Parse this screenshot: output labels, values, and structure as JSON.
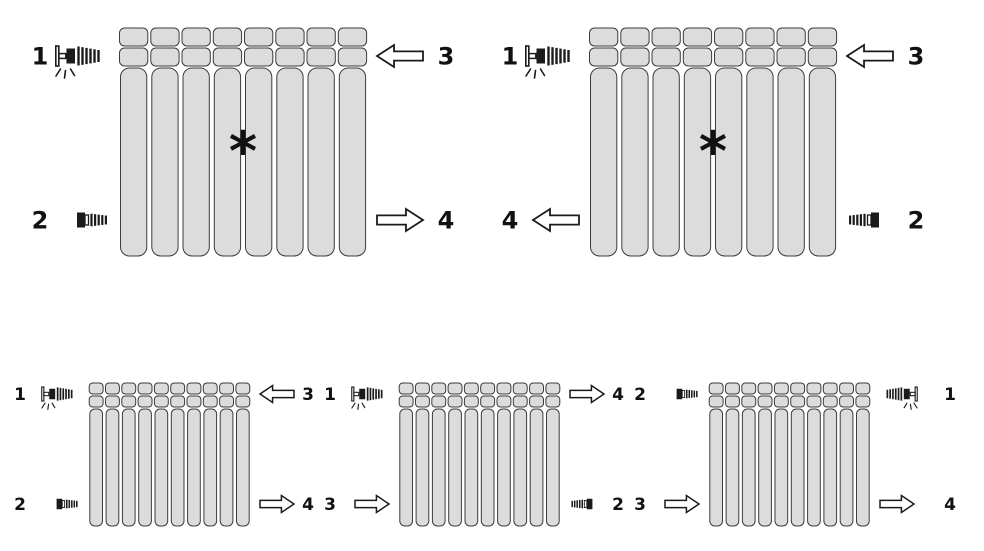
{
  "colors": {
    "background": "#ffffff",
    "radiator_fill": "#dcdcdc",
    "radiator_stroke": "#3c3c3c",
    "icon_dark": "#1b1b1b",
    "arrow_fill": "#ffffff",
    "arrow_stroke": "#1b1b1b",
    "label_color": "#111111"
  },
  "diagrams": [
    {
      "id": "top-left",
      "size": "large",
      "sections": 8,
      "center_mark": "*",
      "connections": [
        {
          "position": "top-left",
          "label": "1",
          "type": "air-vent-valve"
        },
        {
          "position": "top-right",
          "label": "3",
          "type": "arrow",
          "direction": "left"
        },
        {
          "position": "bottom-left",
          "label": "2",
          "type": "plug"
        },
        {
          "position": "bottom-right",
          "label": "4",
          "type": "arrow",
          "direction": "right"
        }
      ]
    },
    {
      "id": "top-right",
      "size": "large",
      "sections": 8,
      "center_mark": "*",
      "connections": [
        {
          "position": "top-left",
          "label": "1",
          "type": "air-vent-valve"
        },
        {
          "position": "top-right",
          "label": "3",
          "type": "arrow",
          "direction": "left"
        },
        {
          "position": "bottom-left",
          "label": "4",
          "type": "arrow",
          "direction": "left"
        },
        {
          "position": "bottom-right",
          "label": "2",
          "type": "plug"
        }
      ]
    },
    {
      "id": "bottom-left",
      "size": "small",
      "sections": 10,
      "center_mark": "",
      "connections": [
        {
          "position": "top-left",
          "label": "1",
          "type": "air-vent-valve"
        },
        {
          "position": "top-right",
          "label": "3",
          "type": "arrow",
          "direction": "left"
        },
        {
          "position": "bottom-left",
          "label": "2",
          "type": "plug"
        },
        {
          "position": "bottom-right",
          "label": "4",
          "type": "arrow",
          "direction": "right"
        }
      ]
    },
    {
      "id": "bottom-middle",
      "size": "small",
      "sections": 10,
      "center_mark": "",
      "connections": [
        {
          "position": "top-left",
          "label": "1",
          "type": "air-vent-valve"
        },
        {
          "position": "top-right",
          "label": "4",
          "type": "arrow",
          "direction": "right"
        },
        {
          "position": "bottom-left",
          "label": "3",
          "type": "arrow",
          "direction": "right"
        },
        {
          "position": "bottom-right",
          "label": "2",
          "type": "plug"
        }
      ]
    },
    {
      "id": "bottom-right",
      "size": "small",
      "sections": 10,
      "center_mark": "",
      "connections": [
        {
          "position": "top-left",
          "label": "2",
          "type": "plug"
        },
        {
          "position": "top-right",
          "label": "1",
          "type": "air-vent-valve"
        },
        {
          "position": "bottom-left",
          "label": "3",
          "type": "arrow",
          "direction": "right"
        },
        {
          "position": "bottom-right",
          "label": "4",
          "type": "arrow",
          "direction": "right"
        }
      ]
    }
  ]
}
